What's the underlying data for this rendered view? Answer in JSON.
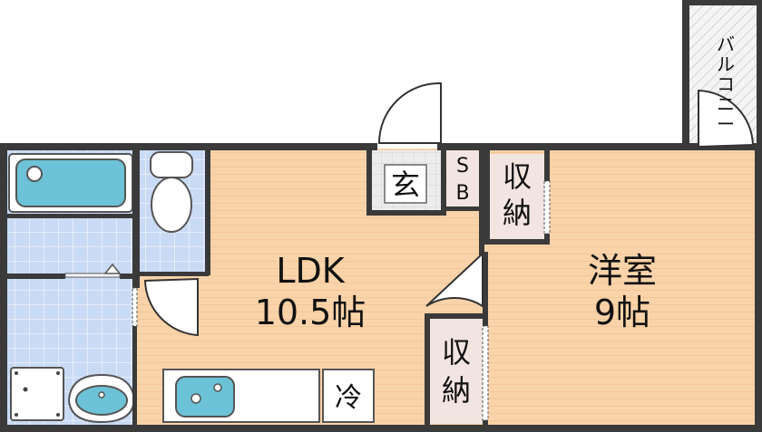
{
  "rooms": {
    "ldk": {
      "name": "LDK",
      "size": "10.5帖"
    },
    "western": {
      "name": "洋室",
      "size": "9帖"
    }
  },
  "labels": {
    "entrance": "玄",
    "shoe_box": [
      "S",
      "B"
    ],
    "closet": [
      "収",
      "納"
    ],
    "fridge": "冷",
    "balcony": [
      "バ",
      "ル",
      "コ",
      "ニ",
      "ー"
    ]
  },
  "colors": {
    "floor": "#f9d3a9",
    "floor_line": "#f4c08e",
    "tile": "#c9daf4",
    "tile_line": "#ffffff",
    "wall": "#3a3a3a",
    "fixture_blue": "#6cc2d6",
    "storage": "#f2e4e0",
    "gray_floor": "#e6e6e6"
  }
}
